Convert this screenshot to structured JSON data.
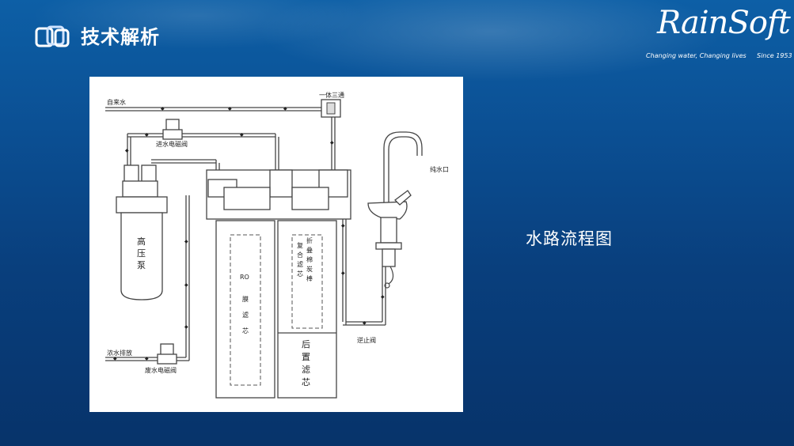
{
  "header": {
    "title": "技术解析"
  },
  "brand": {
    "name": "RainSoft",
    "tagline": "Changing water, Changing lives",
    "since": "Since 1953"
  },
  "diagram": {
    "labels": {
      "tap_water": "自来水",
      "three_way": "一体三通",
      "inlet_valve": "进水电磁阀",
      "pure_outlet": "纯水口",
      "booster_pump": [
        "高",
        "压",
        "泵"
      ],
      "ro_membrane": [
        "RO",
        "膜",
        "滤",
        "芯"
      ],
      "composite_filter": [
        "复",
        "合",
        "滤",
        "芯"
      ],
      "folded_filter": [
        "折",
        "叠",
        "棉",
        "炭",
        "棒"
      ],
      "post_filter": [
        "后",
        "置",
        "滤",
        "芯"
      ],
      "check_valve": "逆止阀",
      "concentrate_drain": "浓水排放",
      "waste_valve": "废水电磁阀"
    }
  },
  "caption": "水路流程图"
}
